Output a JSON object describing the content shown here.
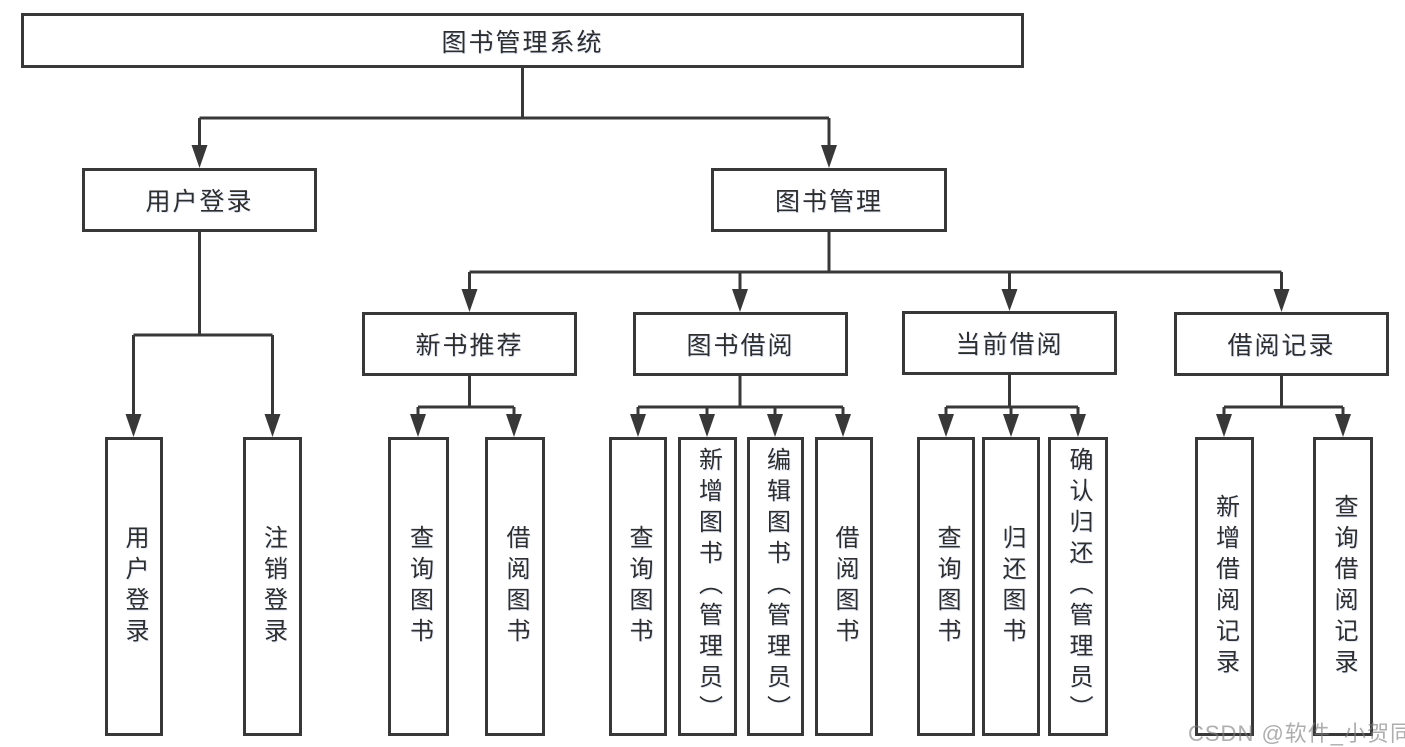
{
  "diagram": {
    "watermark": "CSDN @软件_小贺同学",
    "colors": {
      "line": "#383838",
      "border": "#383838",
      "text": "#2e2e2e",
      "background": "#ffffff",
      "watermark": "#a9a9a9"
    },
    "tree": {
      "root": "图书管理系统",
      "branches": [
        {
          "label": "用户登录",
          "children": [
            "用户登录",
            "注销登录"
          ]
        },
        {
          "label": "图书管理",
          "children": [
            {
              "label": "新书推荐",
              "children": [
                "查询图书",
                "借阅图书"
              ]
            },
            {
              "label": "图书借阅",
              "children": [
                "查询图书",
                "新增图书（管理员）",
                "编辑图书（管理员）",
                "借阅图书"
              ]
            },
            {
              "label": "当前借阅",
              "children": [
                "查询图书",
                "归还图书",
                "确认归还（管理员）"
              ]
            },
            {
              "label": "借阅记录",
              "children": [
                "新增借阅记录",
                "查询借阅记录"
              ]
            }
          ]
        }
      ]
    }
  }
}
